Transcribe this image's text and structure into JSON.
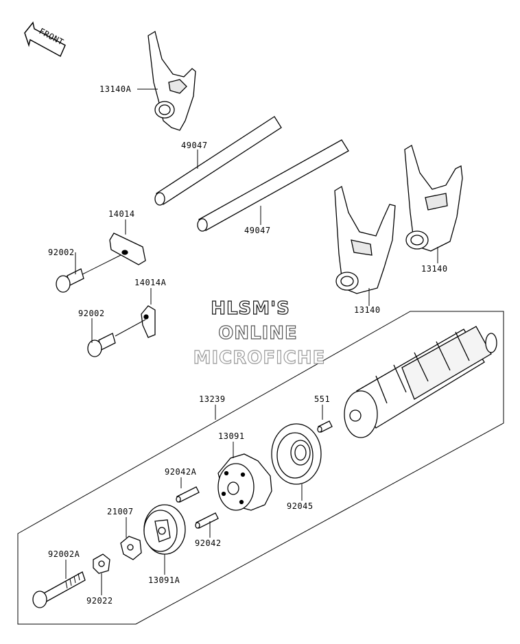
{
  "diagram": {
    "front_arrow_text": "FRONT",
    "watermark": {
      "line1": "HLSM'S",
      "line2": "ONLINE",
      "line3": "MICROFICHE"
    },
    "parts": [
      {
        "key": "fork_13140A",
        "label": "13140A"
      },
      {
        "key": "rod_upper",
        "label": "49047"
      },
      {
        "key": "rod_lower",
        "label": "49047"
      },
      {
        "key": "plate_14014",
        "label": "14014"
      },
      {
        "key": "bolt_upper",
        "label": "92002"
      },
      {
        "key": "plate_14014A",
        "label": "14014A"
      },
      {
        "key": "bolt_lower",
        "label": "92002"
      },
      {
        "key": "fork_13140_mid",
        "label": "13140"
      },
      {
        "key": "fork_13140_right",
        "label": "13140"
      },
      {
        "key": "drum_13239",
        "label": "13239"
      },
      {
        "key": "pin_551",
        "label": "551"
      },
      {
        "key": "cam_13091",
        "label": "13091"
      },
      {
        "key": "pin_92042A",
        "label": "92042A"
      },
      {
        "key": "bearing_92045",
        "label": "92045"
      },
      {
        "key": "holder_21007",
        "label": "21007"
      },
      {
        "key": "pin_92042",
        "label": "92042"
      },
      {
        "key": "bolt_92002A",
        "label": "92002A"
      },
      {
        "key": "plate_13091A",
        "label": "13091A"
      },
      {
        "key": "washer_92022",
        "label": "92022"
      }
    ]
  }
}
